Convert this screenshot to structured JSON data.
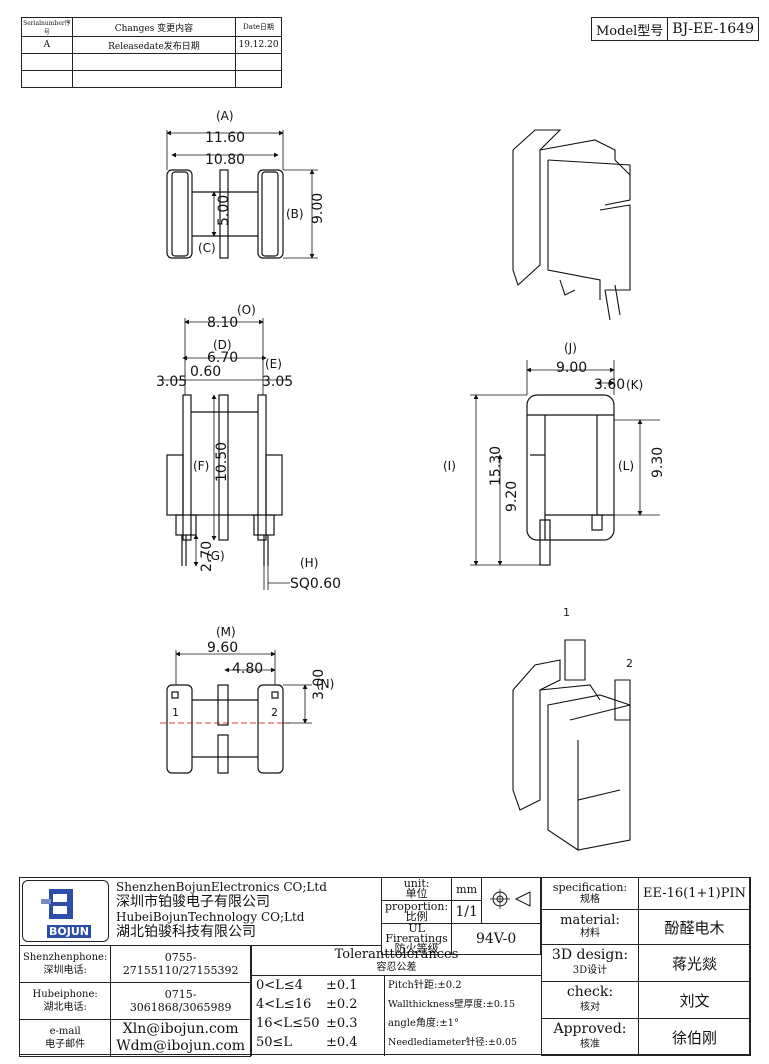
{
  "revision_table": {
    "headers": {
      "serial": "Serialnumber序号",
      "changes": "Changes 变更内容",
      "date": "Date日期"
    },
    "rows": [
      {
        "serial": "A",
        "changes": "Releasedate发布日期",
        "date": "19.12.20"
      }
    ]
  },
  "model": {
    "label": "Model型号",
    "value": "BJ-EE-1649"
  },
  "top_view": {
    "dim_a_label": "(A)",
    "dim_a": "11.60",
    "dim_b_label": "(B)",
    "dim_b": "9.00",
    "dim_c_label": "(C)",
    "dim_c": "5.00",
    "dim_10_80": "10.80"
  },
  "front_view": {
    "dim_o_label": "(O)",
    "dim_o": "8.10",
    "dim_d_label": "(D)",
    "dim_d": "6.70",
    "dim_e_label": "(E)",
    "dim_left": "3.05",
    "dim_060": "0.60",
    "dim_right": "3.05",
    "dim_f_label": "(F)",
    "dim_f": "10.50",
    "dim_g_label": "(G)",
    "dim_g": "2.70",
    "dim_h_label": "(H)",
    "dim_h": "SQ0.60"
  },
  "side_view": {
    "dim_j_label": "(J)",
    "dim_j": "9.00",
    "dim_k_label": "(K)",
    "dim_k": "3.60",
    "dim_i_label": "(I)",
    "dim_i": "15.30",
    "dim_920": "9.20",
    "dim_l_label": "(L)",
    "dim_l": "9.30"
  },
  "bottom_view": {
    "dim_m_label": "(M)",
    "dim_m": "9.60",
    "dim_480": "4.80",
    "dim_n_label": "(N)",
    "dim_n": "3.00",
    "pin1": "1",
    "pin2": "2"
  },
  "iso_view": {
    "pin1": "1",
    "pin2": "2"
  },
  "title_block": {
    "company_en_1": "ShenzhenBojunElectronics CO;Ltd",
    "company_cn_1": "深圳市铂骏电子有限公司",
    "company_en_2": "HubeiBojunTechnology CO;Ltd",
    "company_cn_2": "湖北铂骏科技有限公司",
    "logo_text": "BOJUN",
    "unit_label": "unit:",
    "unit_cn": "单位",
    "unit_value": "mm",
    "proportion_label": "proportion:",
    "proportion_cn": "比例",
    "proportion_value": "1/1",
    "fire_label": "UL Fireratings",
    "fire_cn": "防火等级",
    "fire_value": "94V-0",
    "spec_label": "specification:",
    "spec_cn": "规格",
    "spec_value": "EE-16(1+1)PIN",
    "material_label": "material:",
    "material_cn": "材料",
    "material_value": "酚醛电木",
    "design_label": "3D design:",
    "design_cn": "3D设计",
    "design_value": "蒋光燚",
    "check_label": "check:",
    "check_cn": "核对",
    "check_value": "刘文",
    "approved_label": "Approved:",
    "approved_cn": "核准",
    "approved_value": "徐伯刚",
    "sz_phone_label": "Shenzhenphone:",
    "sz_phone_cn": "深圳电话:",
    "sz_phone": "0755-27155110/27155392",
    "hb_phone_label": "Hubeiphone:",
    "hb_phone_cn": "湖北电话:",
    "hb_phone": "0715-3061868/3065989",
    "email_label": "e-mail",
    "email_cn": "电子邮件",
    "email_1": "Xln@ibojun.com",
    "email_2": "Wdm@ibojun.com",
    "tol_title": "Toleranttolerances",
    "tol_title_cn": "容忍公差",
    "tolerances": [
      {
        "range": "0<L≤4",
        "value": "±0.1"
      },
      {
        "range": "4<L≤16",
        "value": "±0.2"
      },
      {
        "range": "16<L≤50",
        "value": "±0.3"
      },
      {
        "range": "50≤L",
        "value": "±0.4"
      }
    ],
    "pitch": "Pitch针距:±0.2",
    "wall": "Wallthickness壁厚度:±0.15",
    "angle": "angle角度:±1°",
    "needle": "Needlediameter针径:±0.05"
  }
}
